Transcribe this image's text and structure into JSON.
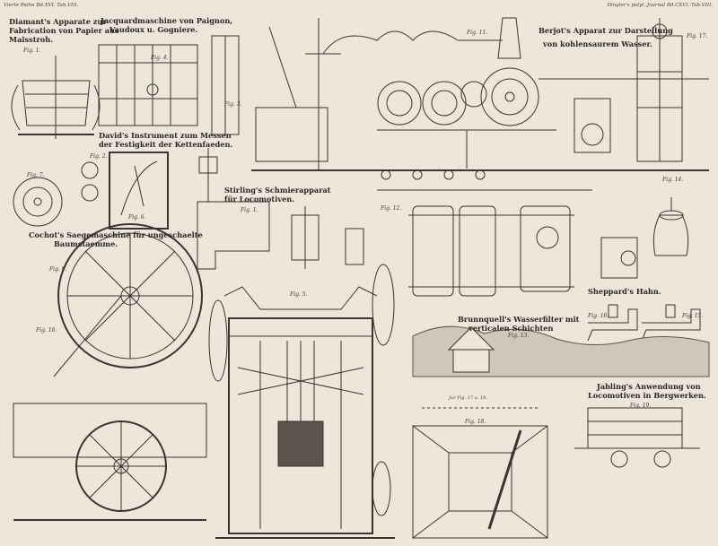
{
  "header": {
    "left": "Vierte Reihe Bd.XVI. Tab.VIII.",
    "right": "Dingler's polyt. Journal Bd.CXVI. Tab.VIII."
  },
  "captions": {
    "diamant_1": "Diamant's Apparate zur",
    "diamant_2": "Fabrication von Papier aus",
    "diamant_3": "Maisstroh.",
    "jacquard_1": "Jacquardmaschine von Paignon,",
    "jacquard_2": "Vaudoux u. Gogniere.",
    "berjot_1": "Berjot's Apparat zur Darstellung",
    "berjot_2": "von kohlensaurem Wasser.",
    "david_1": "David's Instrument zum Messen",
    "david_2": "der Festigkeit der Kettenfaeden.",
    "stirling_1": "Stirling's Schmierapparat",
    "stirling_2": "für Locomotiven.",
    "cochot_1": "Cochot's Saegemaschine für ungeschaelte",
    "cochot_2": "Baumstaemme.",
    "sheppard": "Sheppard's Hahn.",
    "brunnquell_1": "Brunnquell's Wasserfilter mit",
    "brunnquell_2": "verticalen Schichten",
    "jabling_1": "Jabling's Anwendung von",
    "jabling_2": "Locomotiven in Bergwerken."
  },
  "fig_labels": {
    "f1a": "Fig. 1.",
    "f4": "Fig. 4.",
    "f3": "Fig. 3.",
    "f11": "Fig. 11.",
    "f17": "Fig. 17.",
    "f2": "Fig. 2.",
    "f6": "Fig. 6.",
    "f7": "Fig. 7.",
    "f12": "Fig. 12.",
    "f14": "Fig. 14.",
    "f9": "Fig. 9.",
    "f5": "Fig. 5.",
    "f10": "Fig. 10.",
    "f16": "Fig. 16.",
    "f15": "Fig. 15.",
    "f13": "Fig. 13.",
    "f19": "Fig. 19.",
    "f18": "Fig. 18.",
    "f1b": "Fig. 1."
  },
  "scale_note": "Jur Fig. 17 u. 18.",
  "colors": {
    "paper": "#ece7da",
    "ink": "#2a2622",
    "wash": "#cfc8b8"
  }
}
